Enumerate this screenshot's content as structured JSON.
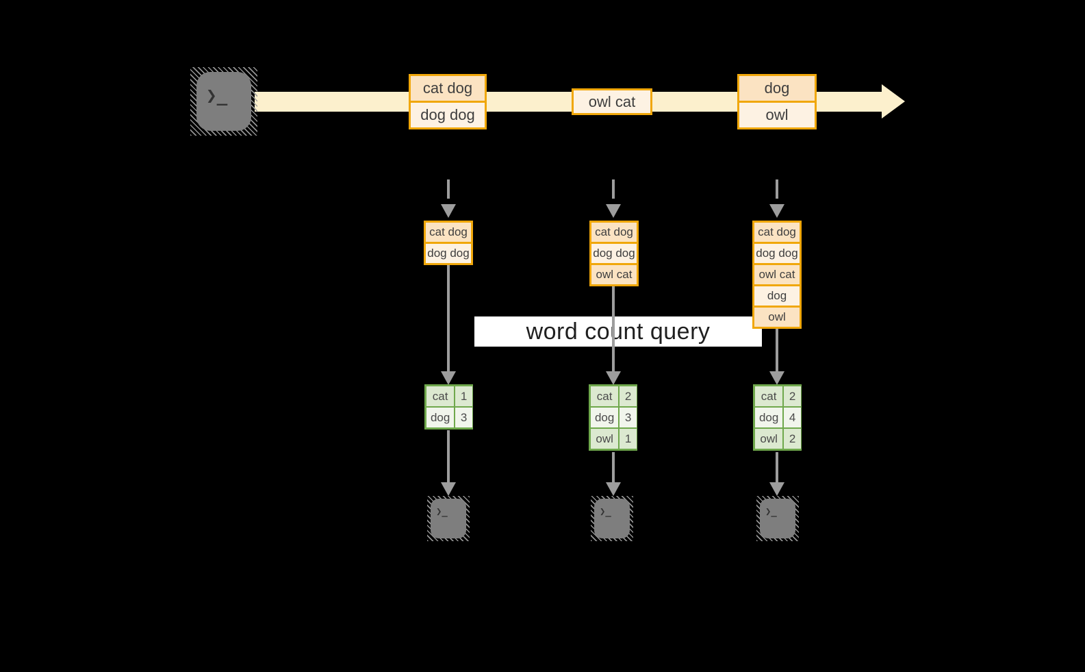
{
  "icons": {
    "terminal_prompt": "❯_"
  },
  "colors": {
    "background": "#000000",
    "accent_orange": "#F0A70A",
    "peach_fill": "#FBE3C2",
    "cream_fill": "#FDF2E3",
    "stream_band": "#FCF0CD",
    "green_border": "#6FA84C",
    "green_row_dark": "#DCE9D0",
    "green_row_light": "#F1F5EC",
    "arrow_gray": "#9D9D9D",
    "terminal_gray": "#7E7E7E",
    "query_bg": "#FFFFFF"
  },
  "query": {
    "label": "word count query"
  },
  "stream": {
    "events": [
      {
        "lines": [
          "cat dog",
          "dog dog"
        ]
      },
      {
        "lines": [
          "owl cat"
        ]
      },
      {
        "lines": [
          "dog",
          "owl"
        ]
      }
    ]
  },
  "columns": [
    {
      "accumulated": [
        "cat dog",
        "dog dog"
      ],
      "counts": [
        {
          "word": "cat",
          "count": "1"
        },
        {
          "word": "dog",
          "count": "3"
        }
      ]
    },
    {
      "accumulated": [
        "cat dog",
        "dog dog",
        "owl cat"
      ],
      "counts": [
        {
          "word": "cat",
          "count": "2"
        },
        {
          "word": "dog",
          "count": "3"
        },
        {
          "word": "owl",
          "count": "1"
        }
      ]
    },
    {
      "accumulated": [
        "cat dog",
        "dog dog",
        "owl cat",
        "dog",
        "owl"
      ],
      "counts": [
        {
          "word": "cat",
          "count": "2"
        },
        {
          "word": "dog",
          "count": "4"
        },
        {
          "word": "owl",
          "count": "2"
        }
      ]
    }
  ]
}
